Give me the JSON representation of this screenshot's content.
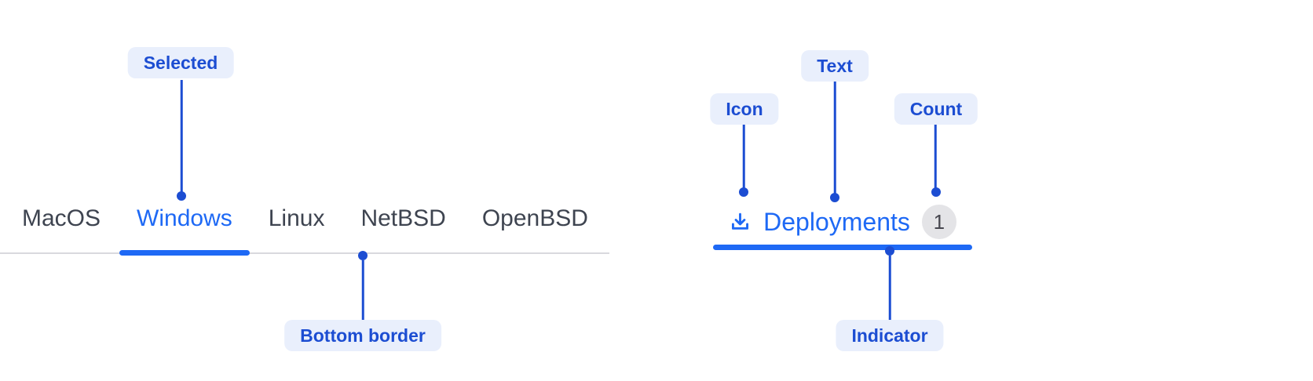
{
  "colors": {
    "accent": "#1e69f5",
    "callout": "#1c4dd2",
    "pill-bg": "#e9effc",
    "tab-inactive": "#3e4450",
    "border-gray": "#d9d9de",
    "badge-bg": "#e4e4e7",
    "badge-text": "#47474f",
    "bg": "#ffffff"
  },
  "tabs": {
    "items": [
      {
        "label": "MacOS",
        "selected": false
      },
      {
        "label": "Windows",
        "selected": true
      },
      {
        "label": "Linux",
        "selected": false
      },
      {
        "label": "NetBSD",
        "selected": false
      },
      {
        "label": "OpenBSD",
        "selected": false
      }
    ]
  },
  "deployments_tab": {
    "icon": "download-icon",
    "label": "Deployments",
    "count": "1"
  },
  "callouts": {
    "selected": "Selected",
    "bottom_border": "Bottom border",
    "icon": "Icon",
    "text": "Text",
    "count": "Count",
    "indicator": "Indicator"
  }
}
